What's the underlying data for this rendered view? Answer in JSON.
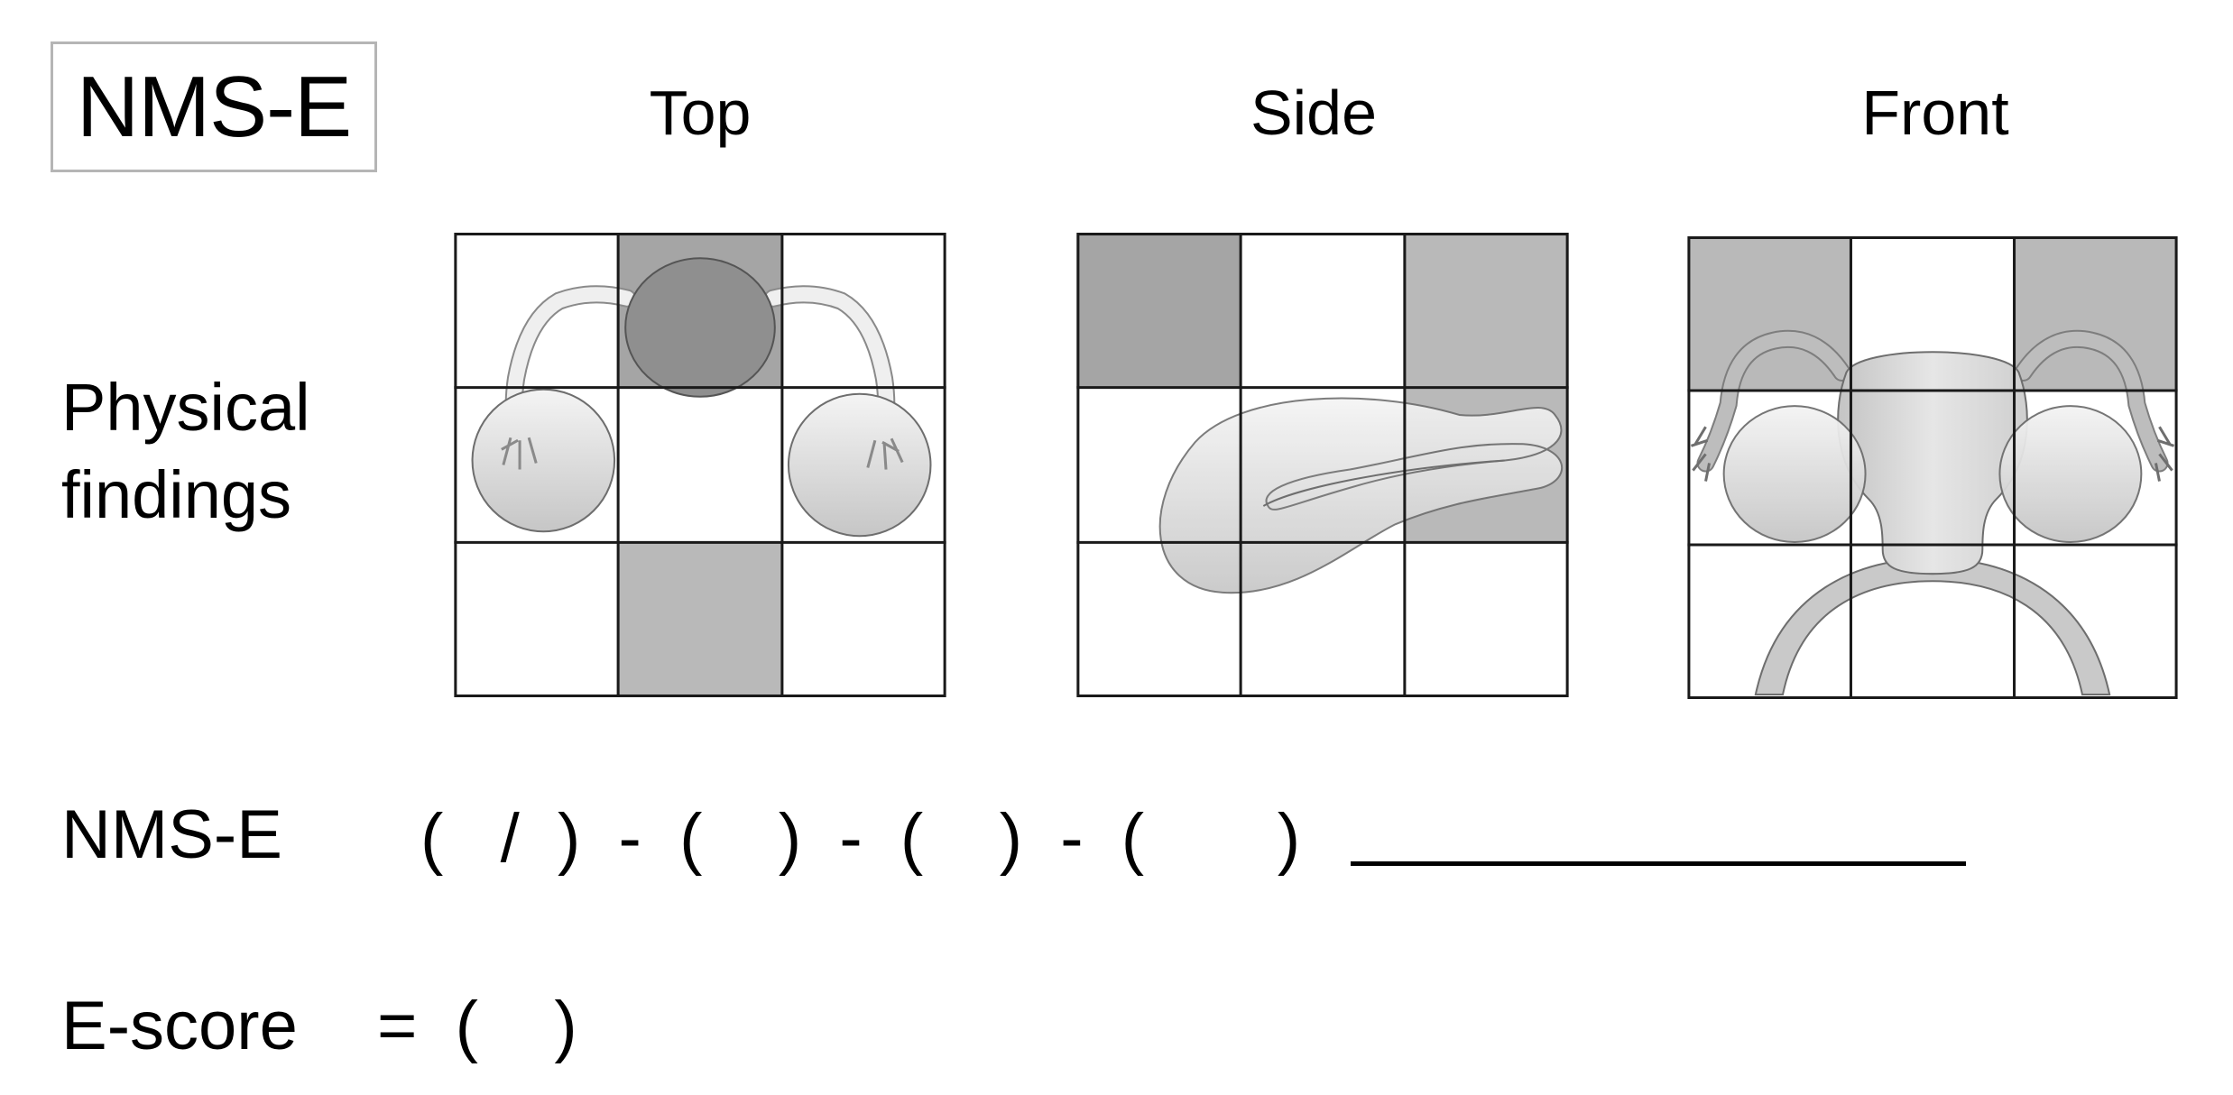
{
  "title": "NMS-E",
  "views": [
    {
      "id": "top",
      "label": "Top",
      "shaded_cells": [
        [
          0,
          1,
          "dark"
        ],
        [
          2,
          1,
          "medium"
        ]
      ]
    },
    {
      "id": "side",
      "label": "Side",
      "shaded_cells": [
        [
          0,
          0,
          "dark"
        ],
        [
          0,
          2,
          "medium"
        ],
        [
          1,
          2,
          "medium"
        ]
      ]
    },
    {
      "id": "front",
      "label": "Front",
      "shaded_cells": [
        [
          0,
          0,
          "medium"
        ],
        [
          0,
          2,
          "medium"
        ]
      ]
    }
  ],
  "row_label": {
    "line1": "Physical",
    "line2": "findings"
  },
  "nms_e_row": {
    "label": "NMS-E",
    "formula": "(   /  )  -  (    )  -  (    )  -  (       )"
  },
  "e_score_row": {
    "label": "E-score",
    "formula": "=  (    )"
  },
  "colors": {
    "dark_cell": "#a5a5a5",
    "medium_cell": "#b9b9b9",
    "grid_line": "#1a1a1a",
    "organ_fill_light": "#f2f2f2",
    "organ_fill_dark": "#c4c4c4",
    "organ_stroke": "#6e6e6e"
  }
}
